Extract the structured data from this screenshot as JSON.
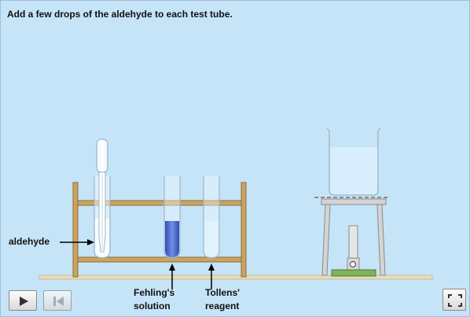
{
  "instruction": "Add a few drops of the aldehyde to each test tube.",
  "labels": {
    "aldehyde": "aldehyde",
    "fehlings_line1": "Fehling's",
    "fehlings_line2": "solution",
    "tollens_line1": "Tollens'",
    "tollens_line2": "reagent"
  },
  "controls": {
    "play": "play-icon",
    "reset": "skip-to-start-icon",
    "fullscreen": "fullscreen-icon"
  },
  "colors": {
    "background": "#c6e4f8",
    "bench": "#e7dcbc",
    "rack_wood": "#c9a362",
    "fehlings_blue": "#3c5fc9",
    "tollens_liquid": "#e2f2fc",
    "burner_base": "#7fb35a"
  }
}
